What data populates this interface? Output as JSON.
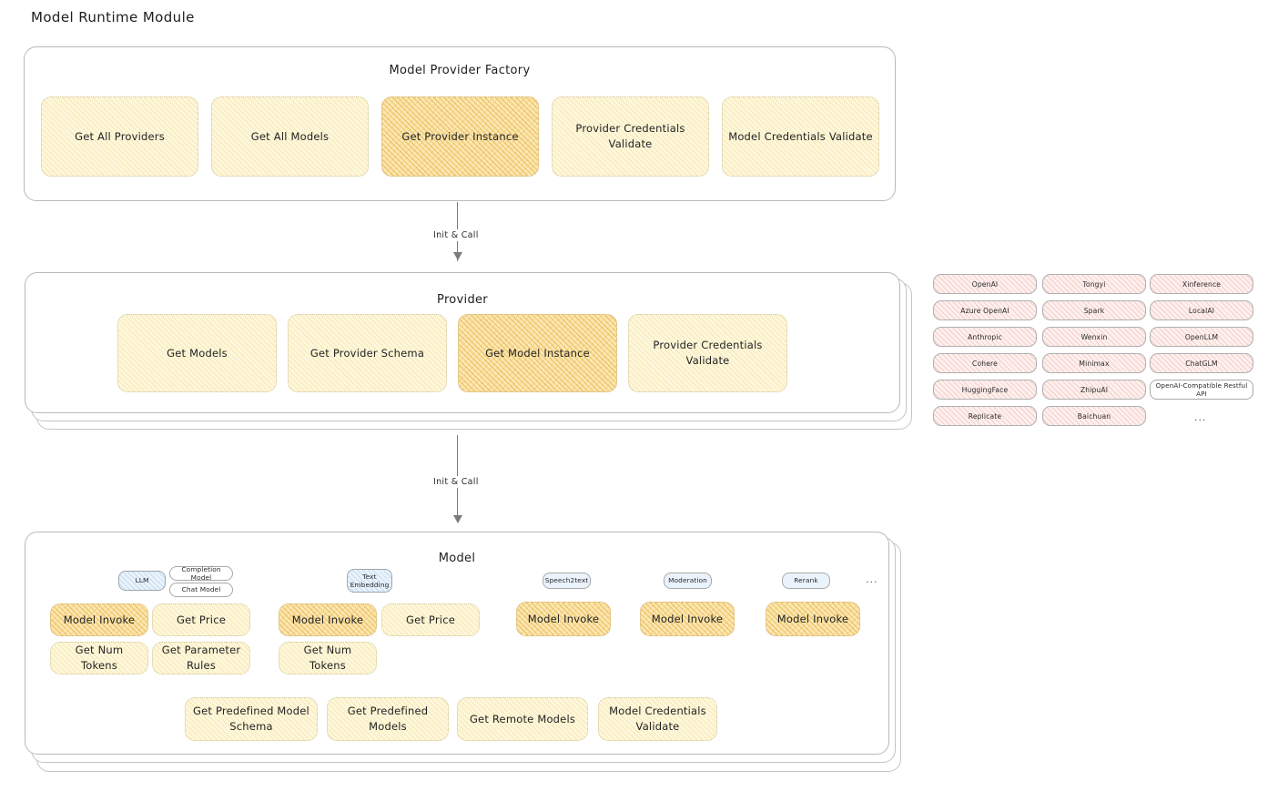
{
  "page": {
    "title": "Model Runtime Module"
  },
  "sections": {
    "factory": {
      "title": "Model Provider Factory",
      "boxes": [
        {
          "label": "Get All Providers",
          "highlight": false
        },
        {
          "label": "Get All Models",
          "highlight": false
        },
        {
          "label": "Get Provider Instance",
          "highlight": true
        },
        {
          "label": "Provider Credentials Validate",
          "highlight": false
        },
        {
          "label": "Model Credentials Validate",
          "highlight": false
        }
      ]
    },
    "provider": {
      "title": "Provider",
      "boxes": [
        {
          "label": "Get Models",
          "highlight": false
        },
        {
          "label": "Get Provider Schema",
          "highlight": false
        },
        {
          "label": "Get Model Instance",
          "highlight": true
        },
        {
          "label": "Provider Credentials Validate",
          "highlight": false
        }
      ]
    },
    "model": {
      "title": "Model",
      "columns": [
        {
          "tag": "LLM",
          "subtags": [
            "Completion Model",
            "Chat Model"
          ],
          "boxes": [
            {
              "label": "Model Invoke",
              "highlight": true
            },
            {
              "label": "Get Price",
              "highlight": false
            },
            {
              "label": "Get Num Tokens",
              "highlight": false
            },
            {
              "label": "Get Parameter Rules",
              "highlight": false
            }
          ]
        },
        {
          "tag": "Text Embedding",
          "subtags": [],
          "boxes": [
            {
              "label": "Model Invoke",
              "highlight": true
            },
            {
              "label": "Get Price",
              "highlight": false
            },
            {
              "label": "Get Num Tokens",
              "highlight": false
            }
          ]
        },
        {
          "tag": "Speech2text",
          "subtags": [],
          "boxes": [
            {
              "label": "Model Invoke",
              "highlight": true
            }
          ]
        },
        {
          "tag": "Moderation",
          "subtags": [],
          "boxes": [
            {
              "label": "Model Invoke",
              "highlight": true
            }
          ]
        },
        {
          "tag": "Rerank",
          "subtags": [],
          "boxes": [
            {
              "label": "Model Invoke",
              "highlight": true
            }
          ]
        }
      ],
      "more_indicator": "...",
      "bottom_boxes": [
        "Get Predefined Model Schema",
        "Get Predefined Models",
        "Get Remote Models",
        "Model Credentials Validate"
      ]
    }
  },
  "arrows": [
    {
      "label": "Init & Call"
    },
    {
      "label": "Init & Call"
    }
  ],
  "provider_list": {
    "column1": [
      "OpenAI",
      "Azure OpenAI",
      "Anthropic",
      "Cohere",
      "HuggingFace",
      "Replicate"
    ],
    "column2": [
      "Tongyi",
      "Spark",
      "Wenxin",
      "Minimax",
      "ZhipuAI",
      "Baichuan"
    ],
    "column3": [
      "Xinference",
      "LocalAI",
      "OpenLLM",
      "ChatGLM",
      "OpenAI-Compatible Restful API"
    ],
    "more_indicator": "..."
  },
  "colors": {
    "highlight_fill": "#fbe8b4",
    "normal_fill": "#fdf7de",
    "provider_fill": "#fdf0ee",
    "tag_fill": "#eaf3fb",
    "card_border": "#b9b9b9",
    "text": "#232323"
  }
}
